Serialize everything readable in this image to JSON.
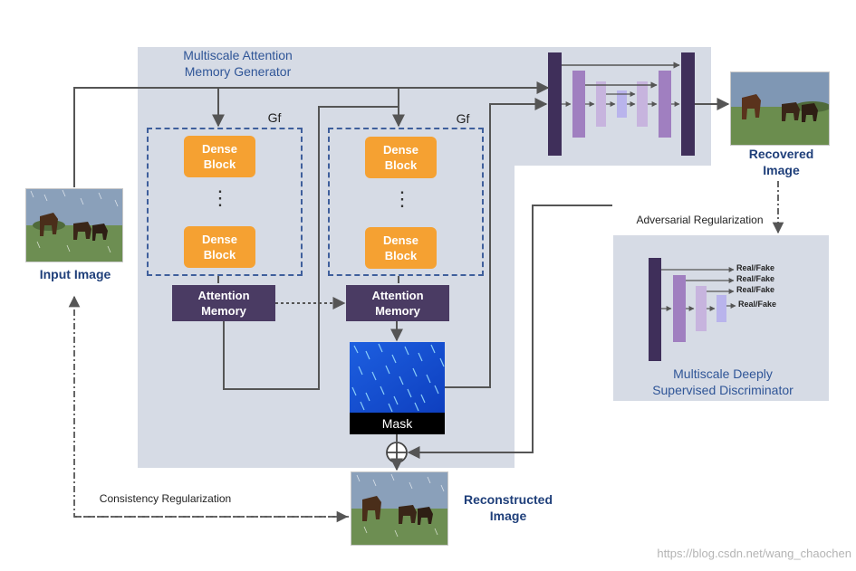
{
  "generator": {
    "title": "Multiscale Attention\nMemory Generator",
    "gf_label_left": "Gf",
    "gf_label_right": "Gf",
    "dense_block": "Dense\nBlock",
    "vdots": "⋮",
    "attention_memory": "Attention\nMemory",
    "mask_label": "Mask"
  },
  "images": {
    "input_label": "Input Image",
    "recovered_label": "Recovered\nImage",
    "reconstructed_label": "Reconstructed\nImage"
  },
  "discriminator": {
    "title": "Multiscale Deeply\nSupervised Discriminator",
    "outputs": [
      "Real/Fake",
      "Real/Fake",
      "Real/Fake",
      "Real/Fake"
    ]
  },
  "regularization": {
    "adversarial": "Adversarial Regularization",
    "consistency": "Consistency Regularization"
  },
  "watermark": "https://blog.csdn.net/wang_chaochen",
  "colors": {
    "panel": "#d6dbe5",
    "dense_block": "#f5a132",
    "attention_memory": "#4a3b63",
    "unet_dark": "#3f2f5a",
    "unet_mid": "#a07fc0",
    "unet_light": "#c7b4de",
    "unet_lightest": "#b9b4ec",
    "mask_blue": "#1d5fe0",
    "title_blue": "#2f5597"
  }
}
